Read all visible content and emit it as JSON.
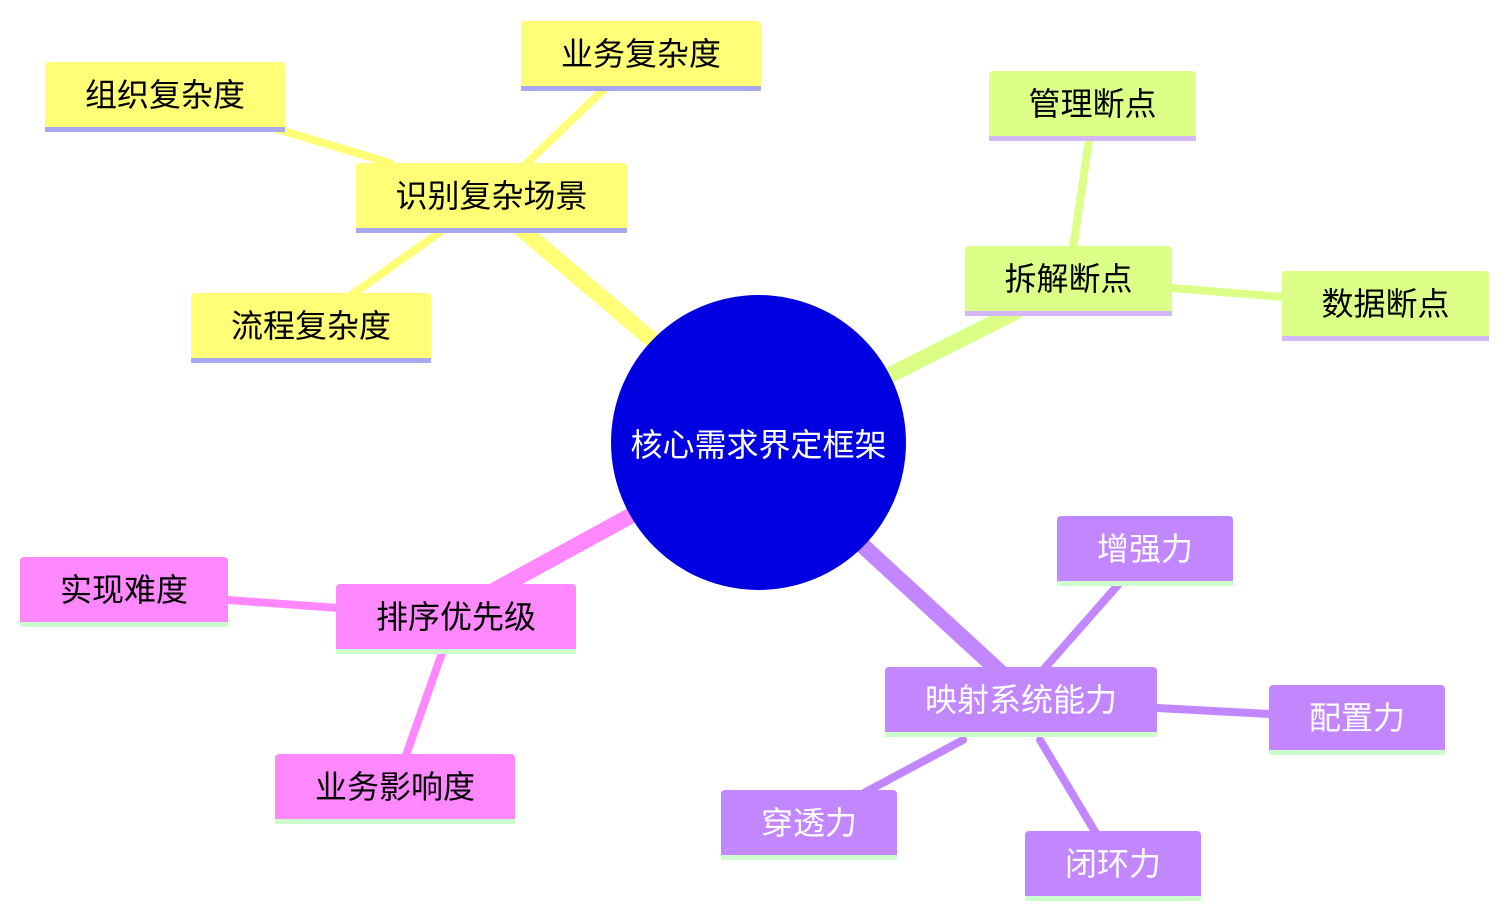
{
  "colors": {
    "root": "#0000e0",
    "yellow": "#ffff77",
    "yellow_line": "#ffff77",
    "yellow_underline": "#a8a8f0",
    "green": "#dcff88",
    "green_line": "#dcff88",
    "green_underline": "#d2b6f5",
    "purple": "#c287ff",
    "purple_line": "#c287ff",
    "purple_underline": "#ccffcc",
    "pink": "#ff88ff",
    "pink_line": "#ff88ff",
    "pink_underline": "#ccffcc"
  },
  "root": {
    "label": "核心需求界定框架"
  },
  "branches": [
    {
      "label": "识别复杂场景",
      "children": [
        {
          "label": "业务复杂度"
        },
        {
          "label": "组织复杂度"
        },
        {
          "label": "流程复杂度"
        }
      ]
    },
    {
      "label": "拆解断点",
      "children": [
        {
          "label": "管理断点"
        },
        {
          "label": "数据断点"
        }
      ]
    },
    {
      "label": "排序优先级",
      "children": [
        {
          "label": "实现难度"
        },
        {
          "label": "业务影响度"
        }
      ]
    },
    {
      "label": "映射系统能力",
      "children": [
        {
          "label": "增强力"
        },
        {
          "label": "配置力"
        },
        {
          "label": "穿透力"
        },
        {
          "label": "闭环力"
        }
      ]
    }
  ]
}
